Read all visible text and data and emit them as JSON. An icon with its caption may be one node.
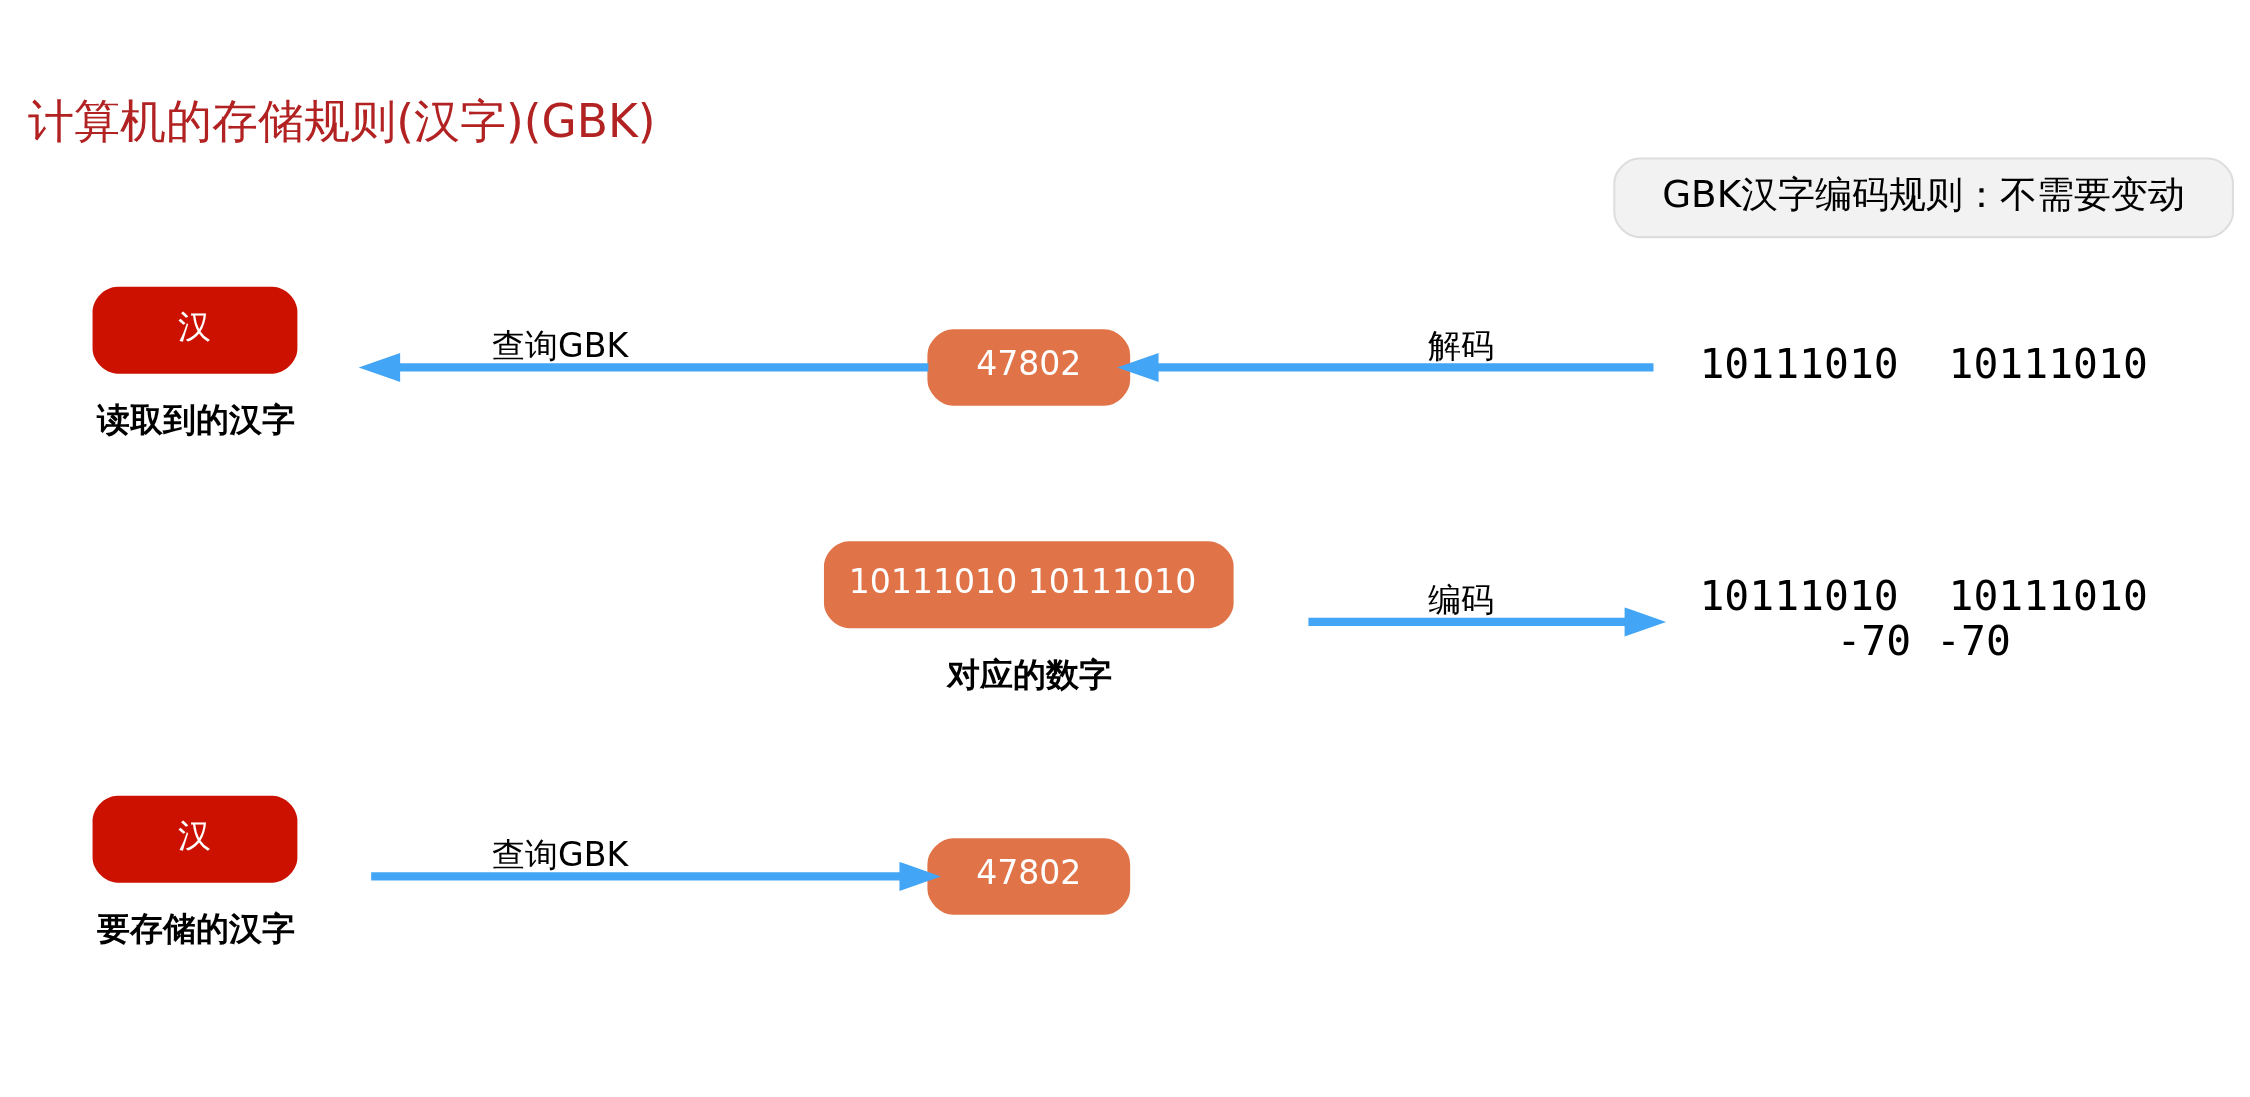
{
  "diagram": {
    "title": "计算机的存储规则(汉字)(GBK)",
    "nodes": [
      {
        "text": [
          "汉"
        ],
        "beside": [
          "要存储的汉字"
        ]
      },
      {
        "text": [
          "47802"
        ]
      },
      {
        "text": [
          "10111010 10111010"
        ],
        "beside": [
          "对应的数字"
        ]
      },
      {
        "text": [
          "10111010  10111010",
          "-70 -70"
        ]
      },
      {
        "text": [
          "10111010  10111010"
        ]
      },
      {
        "text": [
          "47802"
        ]
      },
      {
        "text": [
          "汉"
        ],
        "beside": [
          "读取到的汉字"
        ]
      }
    ],
    "edges": [
      {
        "from": 0,
        "to": 1,
        "arrow": "to",
        "label": "查询GBK"
      },
      {
        "from": 2,
        "to": 3,
        "arrow": "to",
        "label": "编码"
      },
      {
        "from": 4,
        "to": 5,
        "arrow": "to",
        "label": "解码"
      },
      {
        "from": 5,
        "to": 6,
        "arrow": "to",
        "label": "查询GBK"
      }
    ],
    "labels": [
      "GBK汉字编码规则：不需要变动"
    ]
  }
}
